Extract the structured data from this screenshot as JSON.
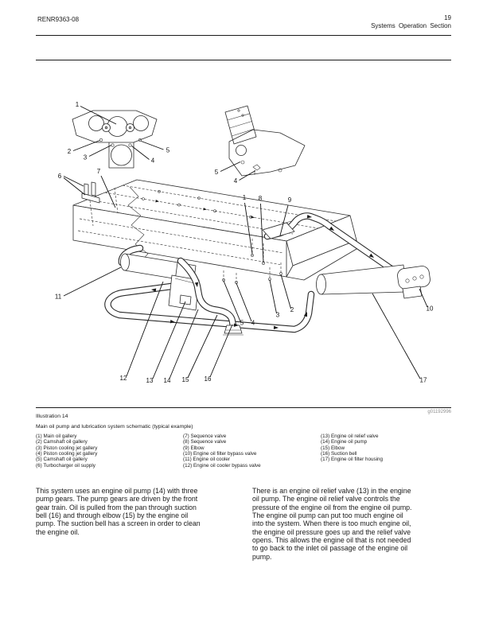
{
  "header": {
    "doc_number": "RENR9363-08",
    "page_number": "19",
    "section": "Systems Operation Section"
  },
  "illustration": {
    "caption": "Illustration 14",
    "figure_id": "g01192996",
    "description": "Main oil pump and lubrication system schematic (typical example)",
    "front_view_callouts": [
      "1",
      "2",
      "3",
      "4",
      "5"
    ],
    "fragment_callouts": [
      "5",
      "4"
    ],
    "main_callouts": [
      "6",
      "7",
      "1",
      "8",
      "9",
      "11",
      "2",
      "3",
      "4",
      "5",
      "10",
      "17",
      "12",
      "13",
      "14",
      "15",
      "16"
    ]
  },
  "legend": {
    "col1": [
      "(1) Main oil gallery",
      "(2) Camshaft oil gallery",
      "(3) Piston cooling jet gallery",
      "(4) Piston cooling jet gallery",
      "(5) Camshaft oil gallery",
      "(6) Turbocharger oil supply"
    ],
    "col2": [
      "(7) Sequence valve",
      "(8) Sequence valve",
      "(9) Elbow",
      "(10) Engine oil filter bypass valve",
      "(11) Engine oil cooler",
      "(12) Engine oil cooler bypass valve"
    ],
    "col3": [
      "(13) Engine oil relief valve",
      "(14) Engine oil pump",
      "(15) Elbow",
      "(16) Suction bell",
      "(17) Engine oil filter housing"
    ]
  },
  "body": {
    "col1_lines": [
      "This system uses an engine oil pump (14) with three",
      "pump gears. The pump gears are driven by the front",
      "gear train. Oil is pulled from the pan through suction",
      "bell (16) and through elbow (15) by the engine oil",
      "pump. The suction bell has a screen in order to clean",
      "the engine oil."
    ],
    "col2_lines": [
      "There is an engine oil relief valve (13) in the engine",
      "oil pump. The engine oil relief valve controls the",
      "pressure of the engine oil from the engine oil pump.",
      "The engine oil pump can put too much engine oil",
      "into the system. When there is too much engine oil,",
      "the engine oil pressure goes up and the relief valve",
      "opens. This allows the engine oil that is not needed",
      "to go back to the inlet oil passage of the engine oil",
      "pump."
    ]
  }
}
